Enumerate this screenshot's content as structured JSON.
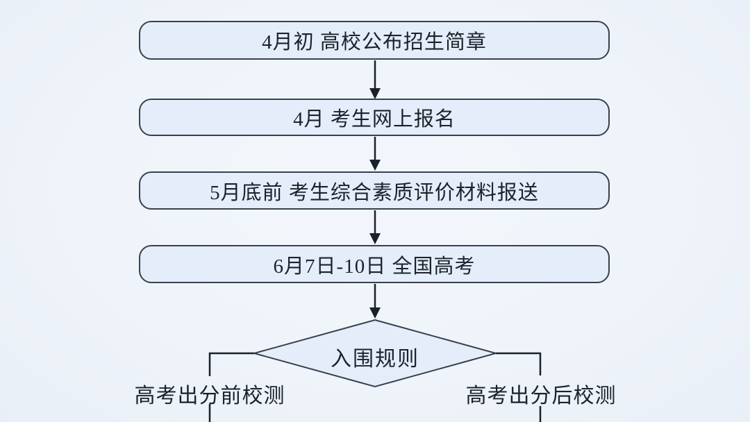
{
  "diagram": {
    "type": "flowchart",
    "steps": [
      {
        "label": "4月初 高校公布招生简章"
      },
      {
        "label": "4月 考生网上报名"
      },
      {
        "label": "5月底前 考生综合素质评价材料报送"
      },
      {
        "label": "6月7日-10日 全国高考"
      }
    ],
    "decision": {
      "label": "入围规则"
    },
    "branches": [
      {
        "side": "left",
        "label": "高考出分前校测"
      },
      {
        "side": "right",
        "label": "高考出分后校测"
      }
    ],
    "colors": {
      "background": "#eff4fa",
      "node_fill": "#e4edf9",
      "node_border": "#36414d",
      "connector": "#1a212b",
      "text": "#1b222b"
    }
  }
}
